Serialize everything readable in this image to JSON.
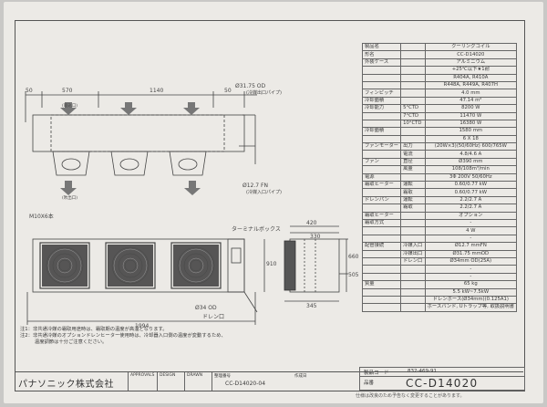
{
  "drawing": {
    "dims_top": [
      "50",
      "570",
      "1140",
      "50"
    ],
    "dim_pipe_top": "Ø31.75 OD",
    "label_pipe_top": "(冷媒出口パイプ)",
    "dim_pipe_bottom": "Ø12.7 FN",
    "label_pipe_bottom": "(冷媒入口パイプ)",
    "air_in": "(吸込口)",
    "air_out": "(吹出口)",
    "label_bolt": "M10X6本",
    "label_terminal": "ターミナルボックス",
    "dim_drain": "Ø34 OD",
    "label_drain": "ドレン口",
    "dim_total": "1994",
    "dims_side": [
      "420",
      "330",
      "345",
      "910",
      "660",
      "505"
    ]
  },
  "spec": {
    "rows": [
      {
        "label": "製品名",
        "sub": "",
        "value": "クーリングコイル"
      },
      {
        "label": "形名",
        "sub": "",
        "value": "CC-D14020"
      },
      {
        "label": "外装ケース",
        "sub": "",
        "value": "アルミニウム"
      },
      {
        "label": "",
        "sub": "",
        "value": "+25℃以下★1耐"
      },
      {
        "label": "",
        "sub": "",
        "value": "R404A, R410A"
      },
      {
        "label": "",
        "sub": "",
        "value": "R448A, R449A, R407H"
      },
      {
        "label": "フィンピッチ",
        "sub": "",
        "value": "4.0 mm"
      },
      {
        "label": "冷却面積",
        "sub": "",
        "value": "47.14 m²"
      },
      {
        "label": "冷却能力",
        "sub": "5°CTD",
        "value": "8200 W"
      },
      {
        "label": "",
        "sub": "7°CTD",
        "value": "11470 W"
      },
      {
        "label": "",
        "sub": "10°CTD",
        "value": "16380 W"
      },
      {
        "label": "冷却面積",
        "sub": "",
        "value": "1580 mm"
      },
      {
        "label": "",
        "sub": "",
        "value": "6 X 18"
      },
      {
        "label": "ファンモーター",
        "sub": "出力",
        "value": "(20W×3)(50/60Hz) 600/765W"
      },
      {
        "label": "",
        "sub": "電流",
        "value": "4.8/4.6 A"
      },
      {
        "label": "ファン",
        "sub": "直径",
        "value": "Ø390 mm"
      },
      {
        "label": "",
        "sub": "風量",
        "value": "108/108m³/min"
      },
      {
        "label": "電源",
        "sub": "",
        "value": "3Φ 200V 50/60Hz"
      },
      {
        "label": "霜取ヒーター",
        "sub": "運転",
        "value": "0.60/0.77 kW"
      },
      {
        "label": "",
        "sub": "霜取",
        "value": "0.60/0.77 kW"
      },
      {
        "label": "ドレンパン",
        "sub": "運転",
        "value": "2.2/2.7 A"
      },
      {
        "label": "",
        "sub": "霜取",
        "value": "2.2/2.7 A"
      },
      {
        "label": "霜取ヒーター",
        "sub": "",
        "value": "オプション"
      },
      {
        "label": "霜取方式",
        "sub": "",
        "value": "-"
      },
      {
        "label": "",
        "sub": "",
        "value": "4 W"
      },
      {
        "label": "",
        "sub": "",
        "value": "-"
      },
      {
        "label": "配管接続",
        "sub": "冷媒入口",
        "value": "Ø12.7 mmFN"
      },
      {
        "label": "",
        "sub": "冷媒出口",
        "value": "Ø31.75 mmOD"
      },
      {
        "label": "",
        "sub": "ドレン口",
        "value": "Ø34mm OD(25A)"
      },
      {
        "label": "",
        "sub": "",
        "value": "-"
      },
      {
        "label": "",
        "sub": "",
        "value": "-"
      },
      {
        "label": "質量",
        "sub": "",
        "value": "65 kg"
      },
      {
        "label": "",
        "sub": "",
        "value": "5.5 kW~7.5kW"
      },
      {
        "label": "",
        "sub": "",
        "value": "ドレンホース(Ø34mm)(0.125A1)"
      },
      {
        "label": "",
        "sub": "",
        "value": "ホースバンド, Uトラップ等, 取扱説明書"
      }
    ]
  },
  "notes": [
    "注1：非共通冷媒の霜取用途時は、霜取期の温度が高温となります。",
    "注2：非共通冷媒のオプションドレンヒーター使用時は、冷却器入口側の温度が変動するため、",
    "　　　温度調節は十分ご注意ください。"
  ],
  "title_block": {
    "company": "パナソニック株式会社",
    "headers": [
      "APPROVALS",
      "DESIGN",
      "DRAWN",
      "整理番号",
      "作成日"
    ],
    "drawing_no": "CC-D14020-04",
    "product_code_label": "製品コード",
    "product_code": "832-469-91",
    "model_label": "品番",
    "model": "CC-D14020"
  },
  "footer": "仕様は改良のため予告なく変更することがあります。"
}
